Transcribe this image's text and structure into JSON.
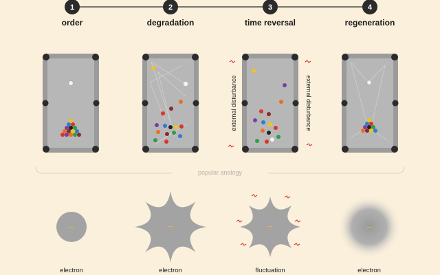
{
  "steps": [
    {
      "number": "1",
      "title": "order"
    },
    {
      "number": "2",
      "title": "degradation"
    },
    {
      "number": "3",
      "title": "time reversal"
    },
    {
      "number": "4",
      "title": "regeneration"
    }
  ],
  "table_side_label": "external disturbance",
  "analogy_label": "popular analogy",
  "bottom_labels": [
    "electron",
    "electron",
    "fluctuation",
    "electron"
  ],
  "electron_symbol": "–",
  "colors": {
    "background": "#fbf0dc",
    "table": "#9b9b9b",
    "felt": "#b7b7b7",
    "pocket": "#2b2b2b",
    "badge": "#2b2b2b",
    "electron": "#a3a3a3",
    "minus": "#f2b24a",
    "disturbance": "#d9352a"
  }
}
